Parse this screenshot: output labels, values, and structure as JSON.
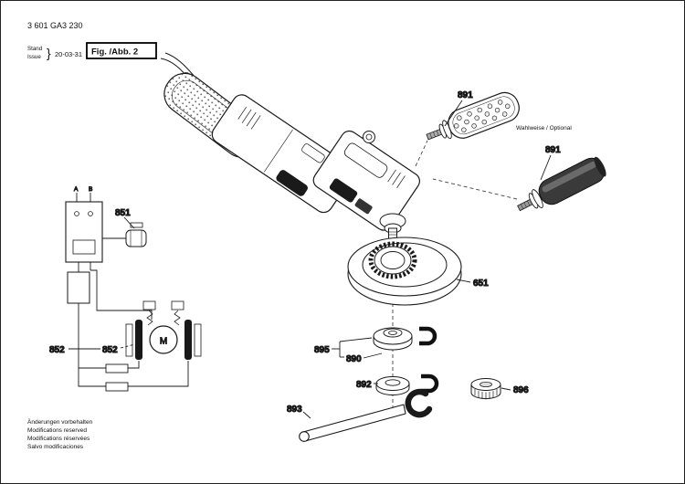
{
  "header": {
    "part_number": "3 601 GA3 230",
    "stand": "Stand",
    "issue": "Issue",
    "brace": "}",
    "date": "20-03-31",
    "fig": "Fig. /Abb. 2"
  },
  "annotations": {
    "optional": "Wahlweise / Optional"
  },
  "parts": {
    "p891_top": "891",
    "p891_bottom": "891",
    "p651": "651",
    "p895": "895",
    "p890": "890",
    "p892": "892",
    "p893": "893",
    "p896": "896",
    "p851": "851",
    "p852_left": "852",
    "p852_right": "852"
  },
  "schematic": {
    "terminal_a": "A",
    "terminal_b": "B",
    "motor": "M"
  },
  "footer": {
    "lines": [
      "Änderungen vorbehalten",
      "Modifications reserved",
      "Modifications réservées",
      "Salvo modificaciones"
    ]
  },
  "colors": {
    "line": "#1a1a1a",
    "dark_fill": "#1a1a1a",
    "white": "#ffffff"
  }
}
